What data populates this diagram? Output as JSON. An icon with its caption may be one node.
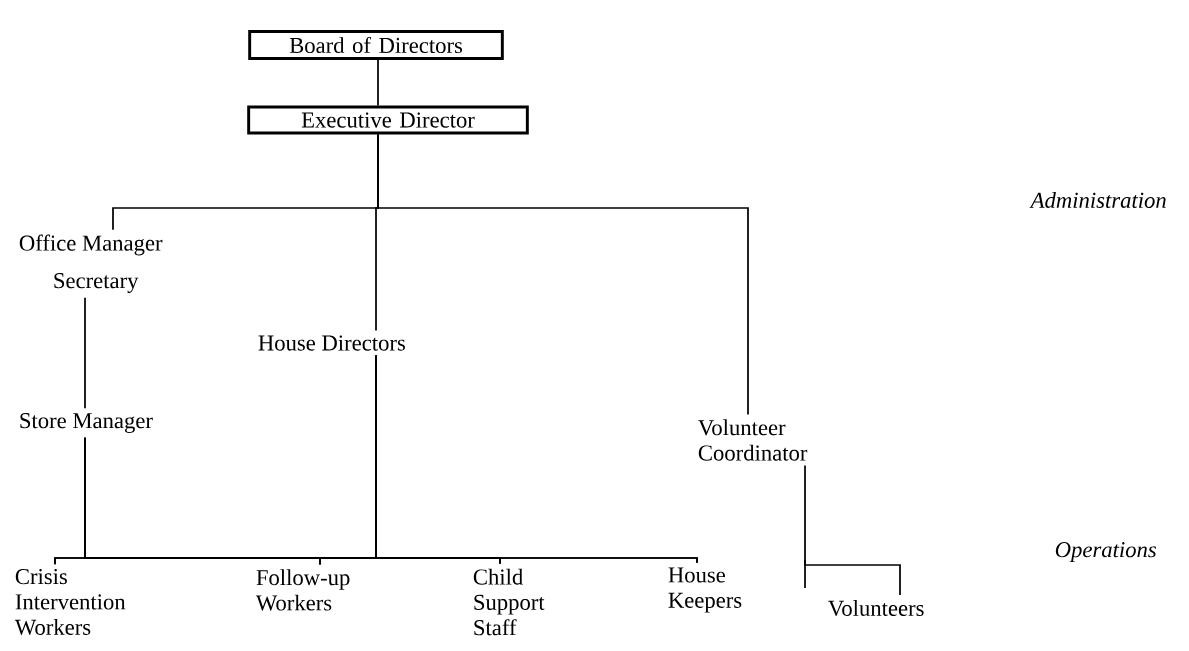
{
  "diagram": {
    "nodes": [
      {
        "text": [
          "Board of Directors"
        ]
      },
      {
        "text": [
          "Executive Director"
        ]
      },
      {
        "text": [
          "Office Manager"
        ]
      },
      {
        "text": [
          "Secretary"
        ]
      },
      {
        "text": [
          "House Directors"
        ]
      },
      {
        "text": [
          "Store Manager"
        ]
      },
      {
        "text": [
          "Volunteer Coordinator"
        ]
      },
      {
        "text": [
          "Crisis Intervention Workers"
        ]
      },
      {
        "text": [
          "Follow-up Workers"
        ]
      },
      {
        "text": [
          "Child Support Staff"
        ]
      },
      {
        "text": [
          "House Keepers"
        ]
      },
      {
        "text": [
          "Volunteers"
        ]
      }
    ],
    "edges": [
      {
        "from": 0,
        "to": 1,
        "arrow": "none"
      },
      {
        "from": 1,
        "to": 2,
        "arrow": "none"
      },
      {
        "from": 1,
        "to": 4,
        "arrow": "none"
      },
      {
        "from": 1,
        "to": 6,
        "arrow": "none"
      },
      {
        "from": 3,
        "to": 5,
        "arrow": "none"
      },
      {
        "from": 5,
        "to": 7,
        "arrow": "none"
      },
      {
        "from": 5,
        "to": 8,
        "arrow": "none"
      },
      {
        "from": 5,
        "to": 9,
        "arrow": "none"
      },
      {
        "from": 5,
        "to": 10,
        "arrow": "none"
      },
      {
        "from": 4,
        "to": 7,
        "arrow": "none"
      },
      {
        "from": 4,
        "to": 8,
        "arrow": "none"
      },
      {
        "from": 4,
        "to": 9,
        "arrow": "none"
      },
      {
        "from": 4,
        "to": 10,
        "arrow": "none"
      },
      {
        "from": 6,
        "to": 11,
        "arrow": "none"
      }
    ],
    "labels": [
      "Administration",
      "Operations"
    ]
  }
}
